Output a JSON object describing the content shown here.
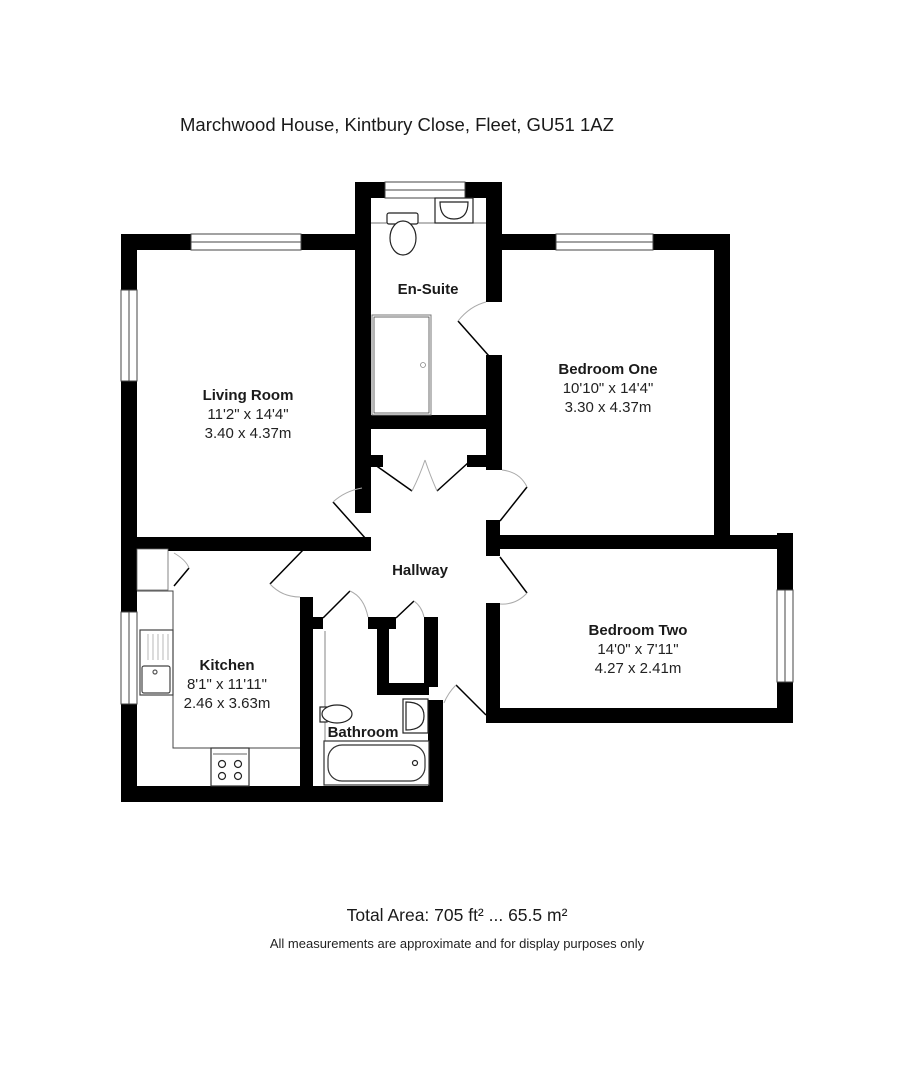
{
  "header": {
    "address": "Marchwood House, Kintbury Close, Fleet, GU51 1AZ"
  },
  "rooms": [
    {
      "name": "Living Room",
      "imperial": "11'2\" x 14'4\"",
      "metric": "3.40 x 4.37m"
    },
    {
      "name": "En-Suite"
    },
    {
      "name": "Bedroom One",
      "imperial": "10'10\" x 14'4\"",
      "metric": "3.30 x 4.37m"
    },
    {
      "name": "Hallway"
    },
    {
      "name": "Bedroom Two",
      "imperial": "14'0\" x 7'11\"",
      "metric": "4.27 x 2.41m"
    },
    {
      "name": "Kitchen",
      "imperial": "8'1\" x 11'11\"",
      "metric": "2.46 x 3.63m"
    },
    {
      "name": "Bathroom"
    }
  ],
  "footer": {
    "total_area": "Total Area: 705 ft² ... 65.5 m²",
    "disclaimer": "All measurements are approximate and for display purposes only"
  },
  "colors": {
    "wall": "#000000",
    "fixture": "#222222",
    "door_arc": "#aaaaaa",
    "background": "#ffffff"
  }
}
